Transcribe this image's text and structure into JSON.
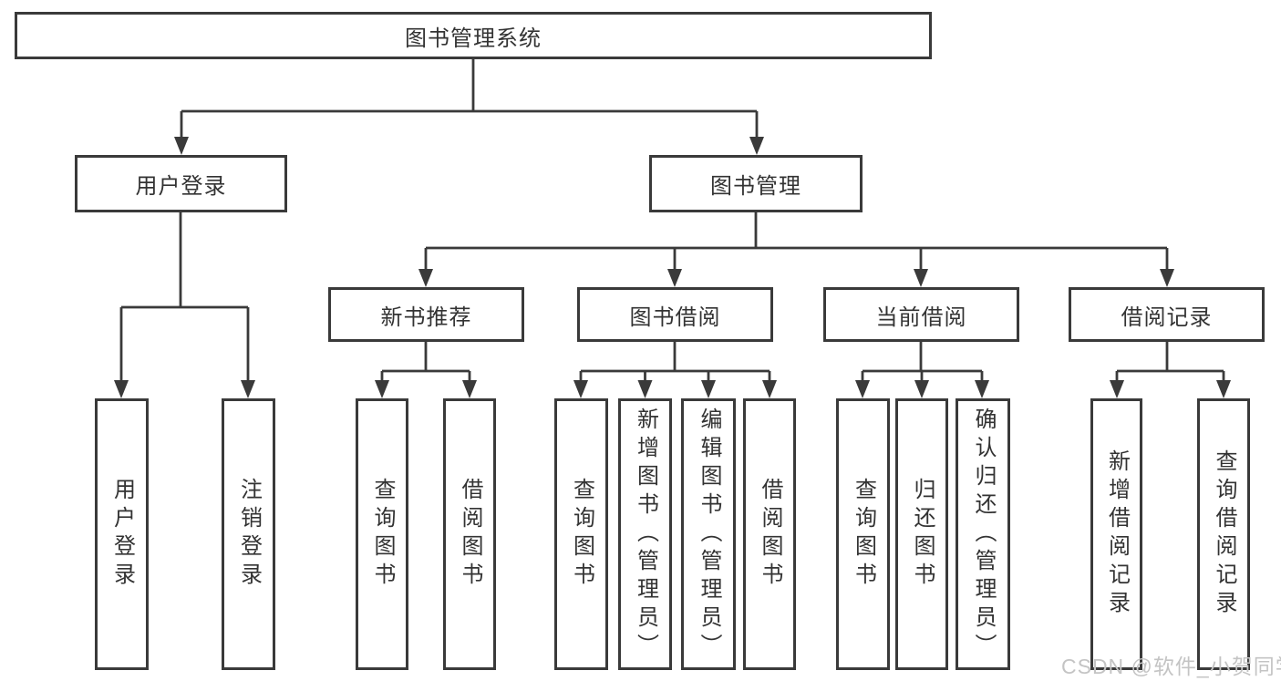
{
  "diagram": {
    "root": {
      "label": "图书管理系统"
    },
    "level2": {
      "user_login": {
        "label": "用户登录",
        "children": {
          "user_login_leaf": {
            "label": "用户登录"
          },
          "logout_leaf": {
            "label": "注销登录"
          }
        }
      },
      "book_management": {
        "label": "图书管理",
        "children": {
          "new_book_recommend": {
            "label": "新书推荐",
            "children": {
              "query_books": {
                "label": "查询图书"
              },
              "borrow_books": {
                "label": "借阅图书"
              }
            }
          },
          "book_borrowing": {
            "label": "图书借阅",
            "children": {
              "query_books": {
                "label": "查询图书"
              },
              "add_books_admin": {
                "label": "新增图书（管理员）"
              },
              "edit_books_admin": {
                "label": "编辑图书（管理员）"
              },
              "borrow_books": {
                "label": "借阅图书"
              }
            }
          },
          "current_borrowing": {
            "label": "当前借阅",
            "children": {
              "query_books": {
                "label": "查询图书"
              },
              "return_books": {
                "label": "归还图书"
              },
              "confirm_return_admin": {
                "label": "确认归还（管理员）"
              }
            }
          },
          "borrowing_records": {
            "label": "借阅记录",
            "children": {
              "add_borrow_record": {
                "label": "新增借阅记录"
              },
              "query_borrow_record": {
                "label": "查询借阅记录"
              }
            }
          }
        }
      }
    },
    "watermark": {
      "text": "CSDN @软件_小贺同学"
    },
    "colors": {
      "line": "#3a3a3a",
      "text": "#333333",
      "watermark": "#c4c4c4"
    }
  }
}
